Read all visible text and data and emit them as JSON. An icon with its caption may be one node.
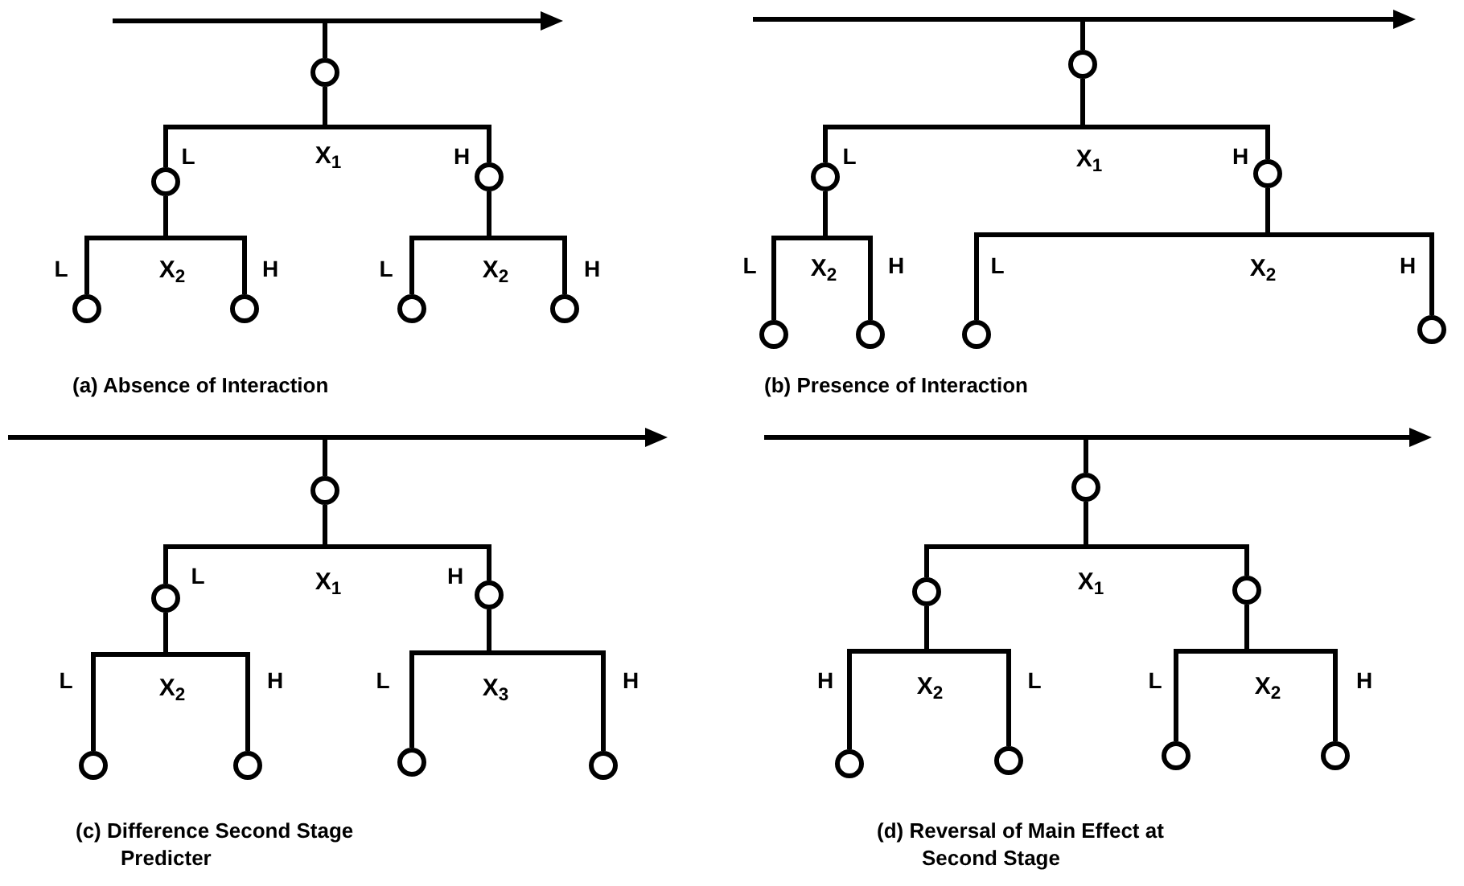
{
  "diagram": {
    "nodes": [
      {
        "text": [],
        "shape": "circle"
      },
      {
        "text": [],
        "shape": "circle"
      },
      {
        "text": [],
        "shape": "circle"
      },
      {
        "text": [],
        "shape": "circle"
      },
      {
        "text": [],
        "shape": "circle"
      },
      {
        "text": [],
        "shape": "circle"
      },
      {
        "text": [],
        "shape": "circle"
      },
      {
        "text": [],
        "shape": "circle"
      },
      {
        "text": [],
        "shape": "circle"
      },
      {
        "text": [],
        "shape": "circle"
      },
      {
        "text": [],
        "shape": "circle"
      },
      {
        "text": [],
        "shape": "circle"
      },
      {
        "text": [],
        "shape": "circle"
      },
      {
        "text": [],
        "shape": "circle"
      },
      {
        "text": [],
        "shape": "circle"
      },
      {
        "text": [],
        "shape": "circle"
      },
      {
        "text": [],
        "shape": "circle"
      },
      {
        "text": [],
        "shape": "circle"
      },
      {
        "text": [],
        "shape": "circle"
      },
      {
        "text": [],
        "shape": "circle"
      },
      {
        "text": [],
        "shape": "circle"
      },
      {
        "text": [],
        "shape": "circle"
      },
      {
        "text": [],
        "shape": "circle"
      },
      {
        "text": [],
        "shape": "circle"
      },
      {
        "text": [],
        "shape": "circle"
      },
      {
        "text": [],
        "shape": "circle"
      },
      {
        "text": [],
        "shape": "circle"
      },
      {
        "text": [],
        "shape": "circle"
      }
    ],
    "edges": [
      {
        "from": 0,
        "to": 1,
        "arrow": "none",
        "label": "L"
      },
      {
        "from": 0,
        "to": 2,
        "arrow": "none",
        "label": "H"
      },
      {
        "from": 1,
        "to": 3,
        "arrow": "none",
        "label": "L"
      },
      {
        "from": 1,
        "to": 4,
        "arrow": "none",
        "label": "H"
      },
      {
        "from": 2,
        "to": 5,
        "arrow": "none",
        "label": "L"
      },
      {
        "from": 2,
        "to": 6,
        "arrow": "none",
        "label": "H"
      },
      {
        "from": null,
        "to": 0,
        "arrow": "none"
      },
      {
        "from": 7,
        "to": 8,
        "arrow": "none",
        "label": "L"
      },
      {
        "from": 7,
        "to": 9,
        "arrow": "none",
        "label": "H"
      },
      {
        "from": 8,
        "to": 10,
        "arrow": "none",
        "label": "L"
      },
      {
        "from": 8,
        "to": 11,
        "arrow": "none",
        "label": "H"
      },
      {
        "from": 9,
        "to": 12,
        "arrow": "none",
        "label": "L"
      },
      {
        "from": 9,
        "to": 13,
        "arrow": "none",
        "label": "H"
      },
      {
        "from": null,
        "to": 7,
        "arrow": "none"
      },
      {
        "from": 14,
        "to": 15,
        "arrow": "none",
        "label": "L"
      },
      {
        "from": 14,
        "to": 16,
        "arrow": "none",
        "label": "H"
      },
      {
        "from": 15,
        "to": 17,
        "arrow": "none",
        "label": "L"
      },
      {
        "from": 15,
        "to": 18,
        "arrow": "none",
        "label": "H"
      },
      {
        "from": 16,
        "to": 19,
        "arrow": "none",
        "label": "L"
      },
      {
        "from": 16,
        "to": 20,
        "arrow": "none",
        "label": "H"
      },
      {
        "from": null,
        "to": 14,
        "arrow": "none"
      },
      {
        "from": 21,
        "to": 22,
        "arrow": "none"
      },
      {
        "from": 21,
        "to": 23,
        "arrow": "none"
      },
      {
        "from": 22,
        "to": 24,
        "arrow": "none",
        "label": "H"
      },
      {
        "from": 22,
        "to": 25,
        "arrow": "none",
        "label": "L"
      },
      {
        "from": 23,
        "to": 26,
        "arrow": "none",
        "label": "L"
      },
      {
        "from": 23,
        "to": 27,
        "arrow": "none",
        "label": "H"
      },
      {
        "from": null,
        "to": 21,
        "arrow": "none"
      }
    ],
    "labels": [
      "X$_{1}$",
      "X$_{2}$",
      "X$_{2}$",
      "(a) Absence of Interaction",
      "X$_{1}$",
      "X$_{2}$",
      "X$_{2}$",
      "(b) Presence of Interaction",
      "X$_{1}$",
      "X$_{2}$",
      "X$_{3}$",
      "(c) Difference Second Stage Predicter",
      "X$_{1}$",
      "X$_{2}$",
      "X$_{2}$",
      "(d) Reversal of Main Effect at Second Stage"
    ]
  }
}
